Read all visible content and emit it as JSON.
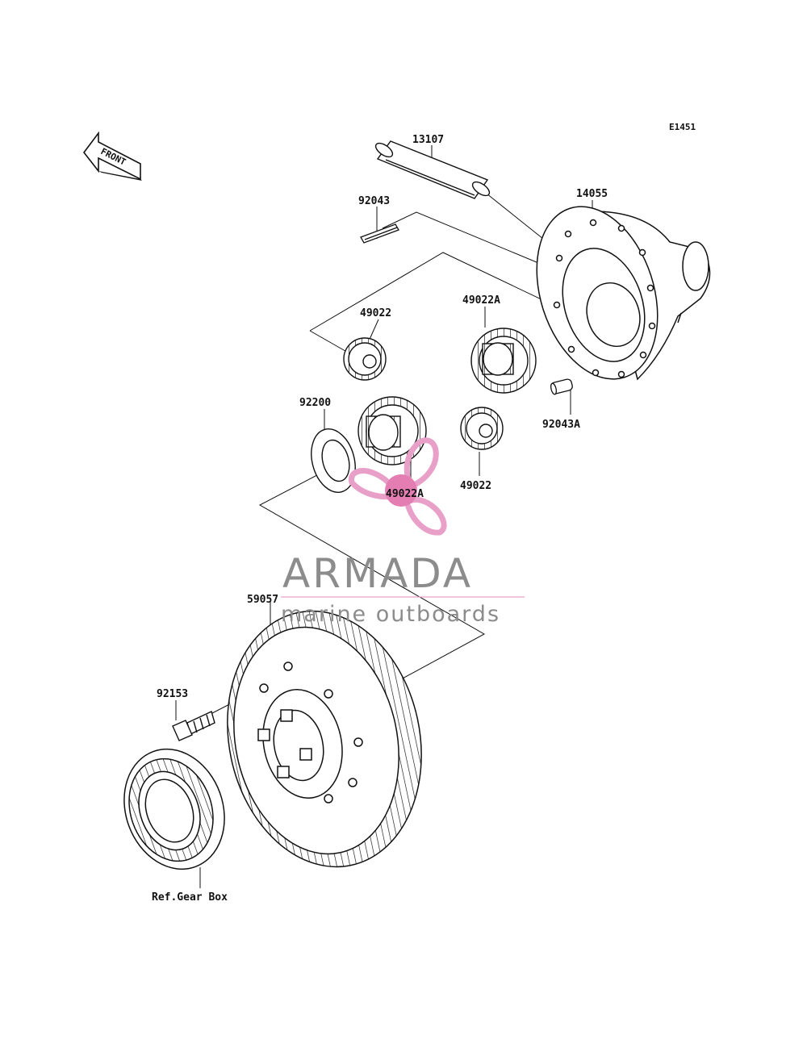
{
  "diagram": {
    "code": "E1451",
    "direction_label": "FRONT",
    "parts": {
      "p13107": "13107",
      "p14055": "14055",
      "p92043": "92043",
      "p49022_top": "49022",
      "p49022A_top": "49022A",
      "p92200": "92200",
      "p92043A": "92043A",
      "p49022_bottom": "49022",
      "p49022A_bottom": "49022A",
      "p59057": "59057",
      "p92153": "92153",
      "ref_gear_box": "Ref.Gear Box"
    }
  },
  "watermark": {
    "title": "ARMADA",
    "subtitle": "marine outboards",
    "accent_color": "#e8a0c8",
    "dot_color": "#e37db2"
  },
  "colors": {
    "line": "#111111",
    "background": "#ffffff"
  }
}
